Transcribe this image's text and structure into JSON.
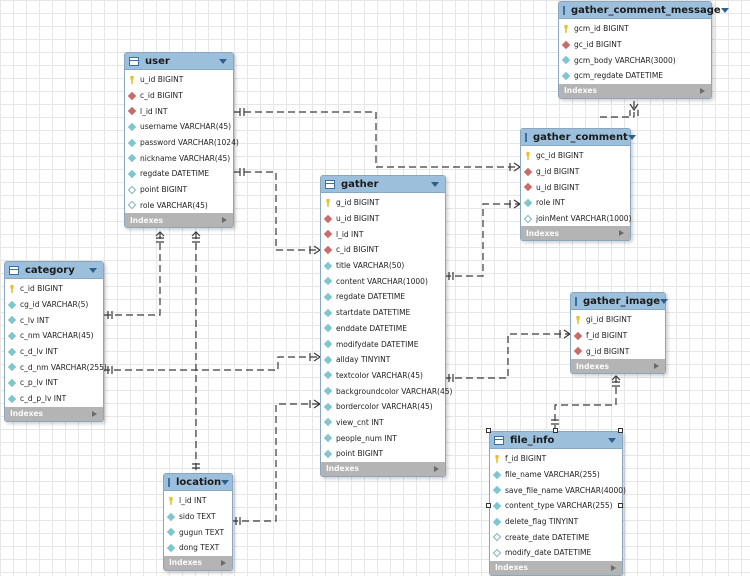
{
  "indexes_label": "Indexes",
  "tables": {
    "gather_comment_message": {
      "name": "gather_comment_message",
      "columns": [
        {
          "text": "gcm_id BIGINT",
          "key": "pk"
        },
        {
          "text": "gc_id BIGINT",
          "key": "fk"
        },
        {
          "text": "gcm_body VARCHAR(3000)",
          "key": "col"
        },
        {
          "text": "gcm_regdate DATETIME",
          "key": "col"
        }
      ]
    },
    "user": {
      "name": "user",
      "columns": [
        {
          "text": "u_id BIGINT",
          "key": "pk"
        },
        {
          "text": "c_id BIGINT",
          "key": "fk"
        },
        {
          "text": "l_id INT",
          "key": "fk"
        },
        {
          "text": "username VARCHAR(45)",
          "key": "col"
        },
        {
          "text": "password VARCHAR(1024)",
          "key": "col"
        },
        {
          "text": "nickname VARCHAR(45)",
          "key": "col"
        },
        {
          "text": "regdate DATETIME",
          "key": "col"
        },
        {
          "text": "point BIGINT",
          "key": "nn"
        },
        {
          "text": "role VARCHAR(45)",
          "key": "nn"
        }
      ]
    },
    "gather_comment": {
      "name": "gather_comment",
      "columns": [
        {
          "text": "gc_id BIGINT",
          "key": "pk"
        },
        {
          "text": "g_id BIGINT",
          "key": "fk"
        },
        {
          "text": "u_id BIGINT",
          "key": "fk"
        },
        {
          "text": "role INT",
          "key": "col"
        },
        {
          "text": "joinMent VARCHAR(1000)",
          "key": "nn"
        }
      ]
    },
    "gather": {
      "name": "gather",
      "columns": [
        {
          "text": "g_id BIGINT",
          "key": "pk"
        },
        {
          "text": "u_id BIGINT",
          "key": "fk"
        },
        {
          "text": "l_id INT",
          "key": "fk"
        },
        {
          "text": "c_id BIGINT",
          "key": "fk"
        },
        {
          "text": "title VARCHAR(50)",
          "key": "col"
        },
        {
          "text": "content VARCHAR(1000)",
          "key": "col"
        },
        {
          "text": "regdate DATETIME",
          "key": "col"
        },
        {
          "text": "startdate DATETIME",
          "key": "col"
        },
        {
          "text": "enddate DATETIME",
          "key": "col"
        },
        {
          "text": "modifydate DATETIME",
          "key": "col"
        },
        {
          "text": "allday TINYINT",
          "key": "col"
        },
        {
          "text": "textcolor VARCHAR(45)",
          "key": "col"
        },
        {
          "text": "backgroundcolor VARCHAR(45)",
          "key": "col"
        },
        {
          "text": "bordercolor VARCHAR(45)",
          "key": "col"
        },
        {
          "text": "view_cnt INT",
          "key": "col"
        },
        {
          "text": "people_num INT",
          "key": "col"
        },
        {
          "text": "point BIGINT",
          "key": "col"
        }
      ]
    },
    "category": {
      "name": "category",
      "columns": [
        {
          "text": "c_id BIGINT",
          "key": "pk"
        },
        {
          "text": "cg_id VARCHAR(5)",
          "key": "col"
        },
        {
          "text": "c_lv INT",
          "key": "col"
        },
        {
          "text": "c_nm VARCHAR(45)",
          "key": "col"
        },
        {
          "text": "c_d_lv INT",
          "key": "col"
        },
        {
          "text": "c_d_nm VARCHAR(255)",
          "key": "col"
        },
        {
          "text": "c_p_lv INT",
          "key": "col"
        },
        {
          "text": "c_d_p_lv INT",
          "key": "col"
        }
      ]
    },
    "gather_image": {
      "name": "gather_image",
      "columns": [
        {
          "text": "gi_id BIGINT",
          "key": "pk"
        },
        {
          "text": "f_id BIGINT",
          "key": "fk"
        },
        {
          "text": "g_id BIGINT",
          "key": "fk"
        }
      ]
    },
    "location": {
      "name": "location",
      "columns": [
        {
          "text": "l_id INT",
          "key": "pk"
        },
        {
          "text": "sido TEXT",
          "key": "col"
        },
        {
          "text": "gugun TEXT",
          "key": "col"
        },
        {
          "text": "dong TEXT",
          "key": "col"
        }
      ]
    },
    "file_info": {
      "name": "file_info",
      "columns": [
        {
          "text": "f_id BIGINT",
          "key": "pk"
        },
        {
          "text": "file_name VARCHAR(255)",
          "key": "col"
        },
        {
          "text": "save_file_name VARCHAR(4000)",
          "key": "col"
        },
        {
          "text": "content_type VARCHAR(255)",
          "key": "col"
        },
        {
          "text": "delete_flag TINYINT",
          "key": "col"
        },
        {
          "text": "create_date DATETIME",
          "key": "nn"
        },
        {
          "text": "modify_date DATETIME",
          "key": "nn"
        }
      ]
    }
  },
  "relationships": [
    {
      "from": "gather_comment",
      "to": "gather_comment_message"
    },
    {
      "from": "user",
      "to": "gather_comment"
    },
    {
      "from": "gather",
      "to": "gather_comment"
    },
    {
      "from": "user",
      "to": "gather"
    },
    {
      "from": "user",
      "to": "category"
    },
    {
      "from": "user",
      "to": "location"
    },
    {
      "from": "category",
      "to": "gather"
    },
    {
      "from": "location",
      "to": "gather"
    },
    {
      "from": "gather",
      "to": "gather_image"
    },
    {
      "from": "file_info",
      "to": "gather_image"
    }
  ]
}
